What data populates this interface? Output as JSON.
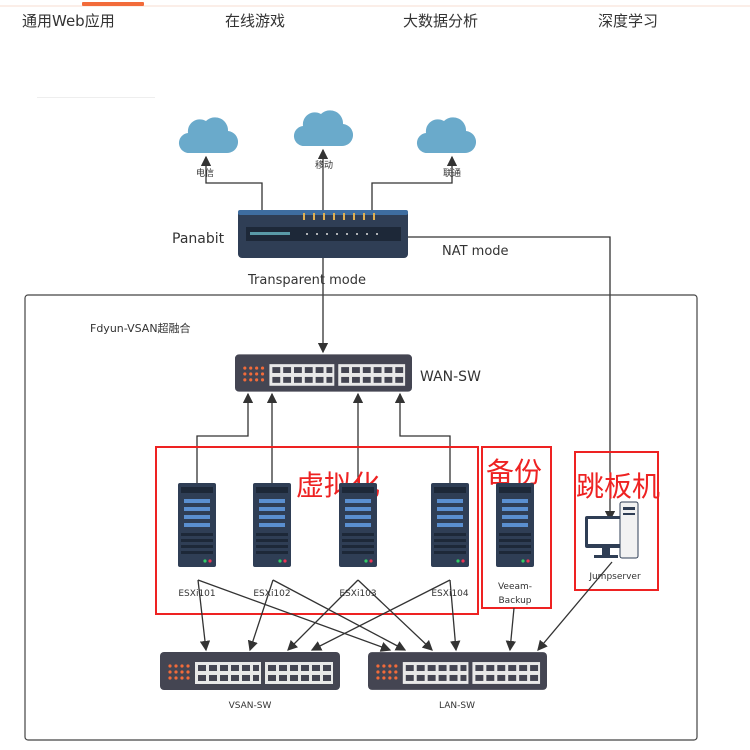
{
  "tabs": [
    {
      "label": "通用Web应用",
      "active": true
    },
    {
      "label": "在线游戏"
    },
    {
      "label": "大数据分析"
    },
    {
      "label": "深度学习"
    }
  ],
  "colors": {
    "accent": "#f26b3a",
    "cloud": "#6aaacb",
    "device": "#2f3e55",
    "group_border": "#ee2222"
  },
  "diagram": {
    "clouds": [
      "电信",
      "移动",
      "联通"
    ],
    "router": "Panabit",
    "nat_label": "NAT mode",
    "transparent_label": "Transparent mode",
    "cluster_label": "Fdyun-VSAN超融合",
    "wan_switch": "WAN-SW",
    "groups": {
      "virtualization": "虚拟化",
      "backup": "备份",
      "jump": "跳板机"
    },
    "servers": [
      "ESXi101",
      "ESXi102",
      "ESXi103",
      "ESXi104"
    ],
    "backup_server": "Veeam-Backup",
    "backup_server_lines": [
      "Veeam-",
      "Backup"
    ],
    "jumpserver": "Jumpserver",
    "vsan_switch": "VSAN-SW",
    "lan_switch": "LAN-SW"
  }
}
